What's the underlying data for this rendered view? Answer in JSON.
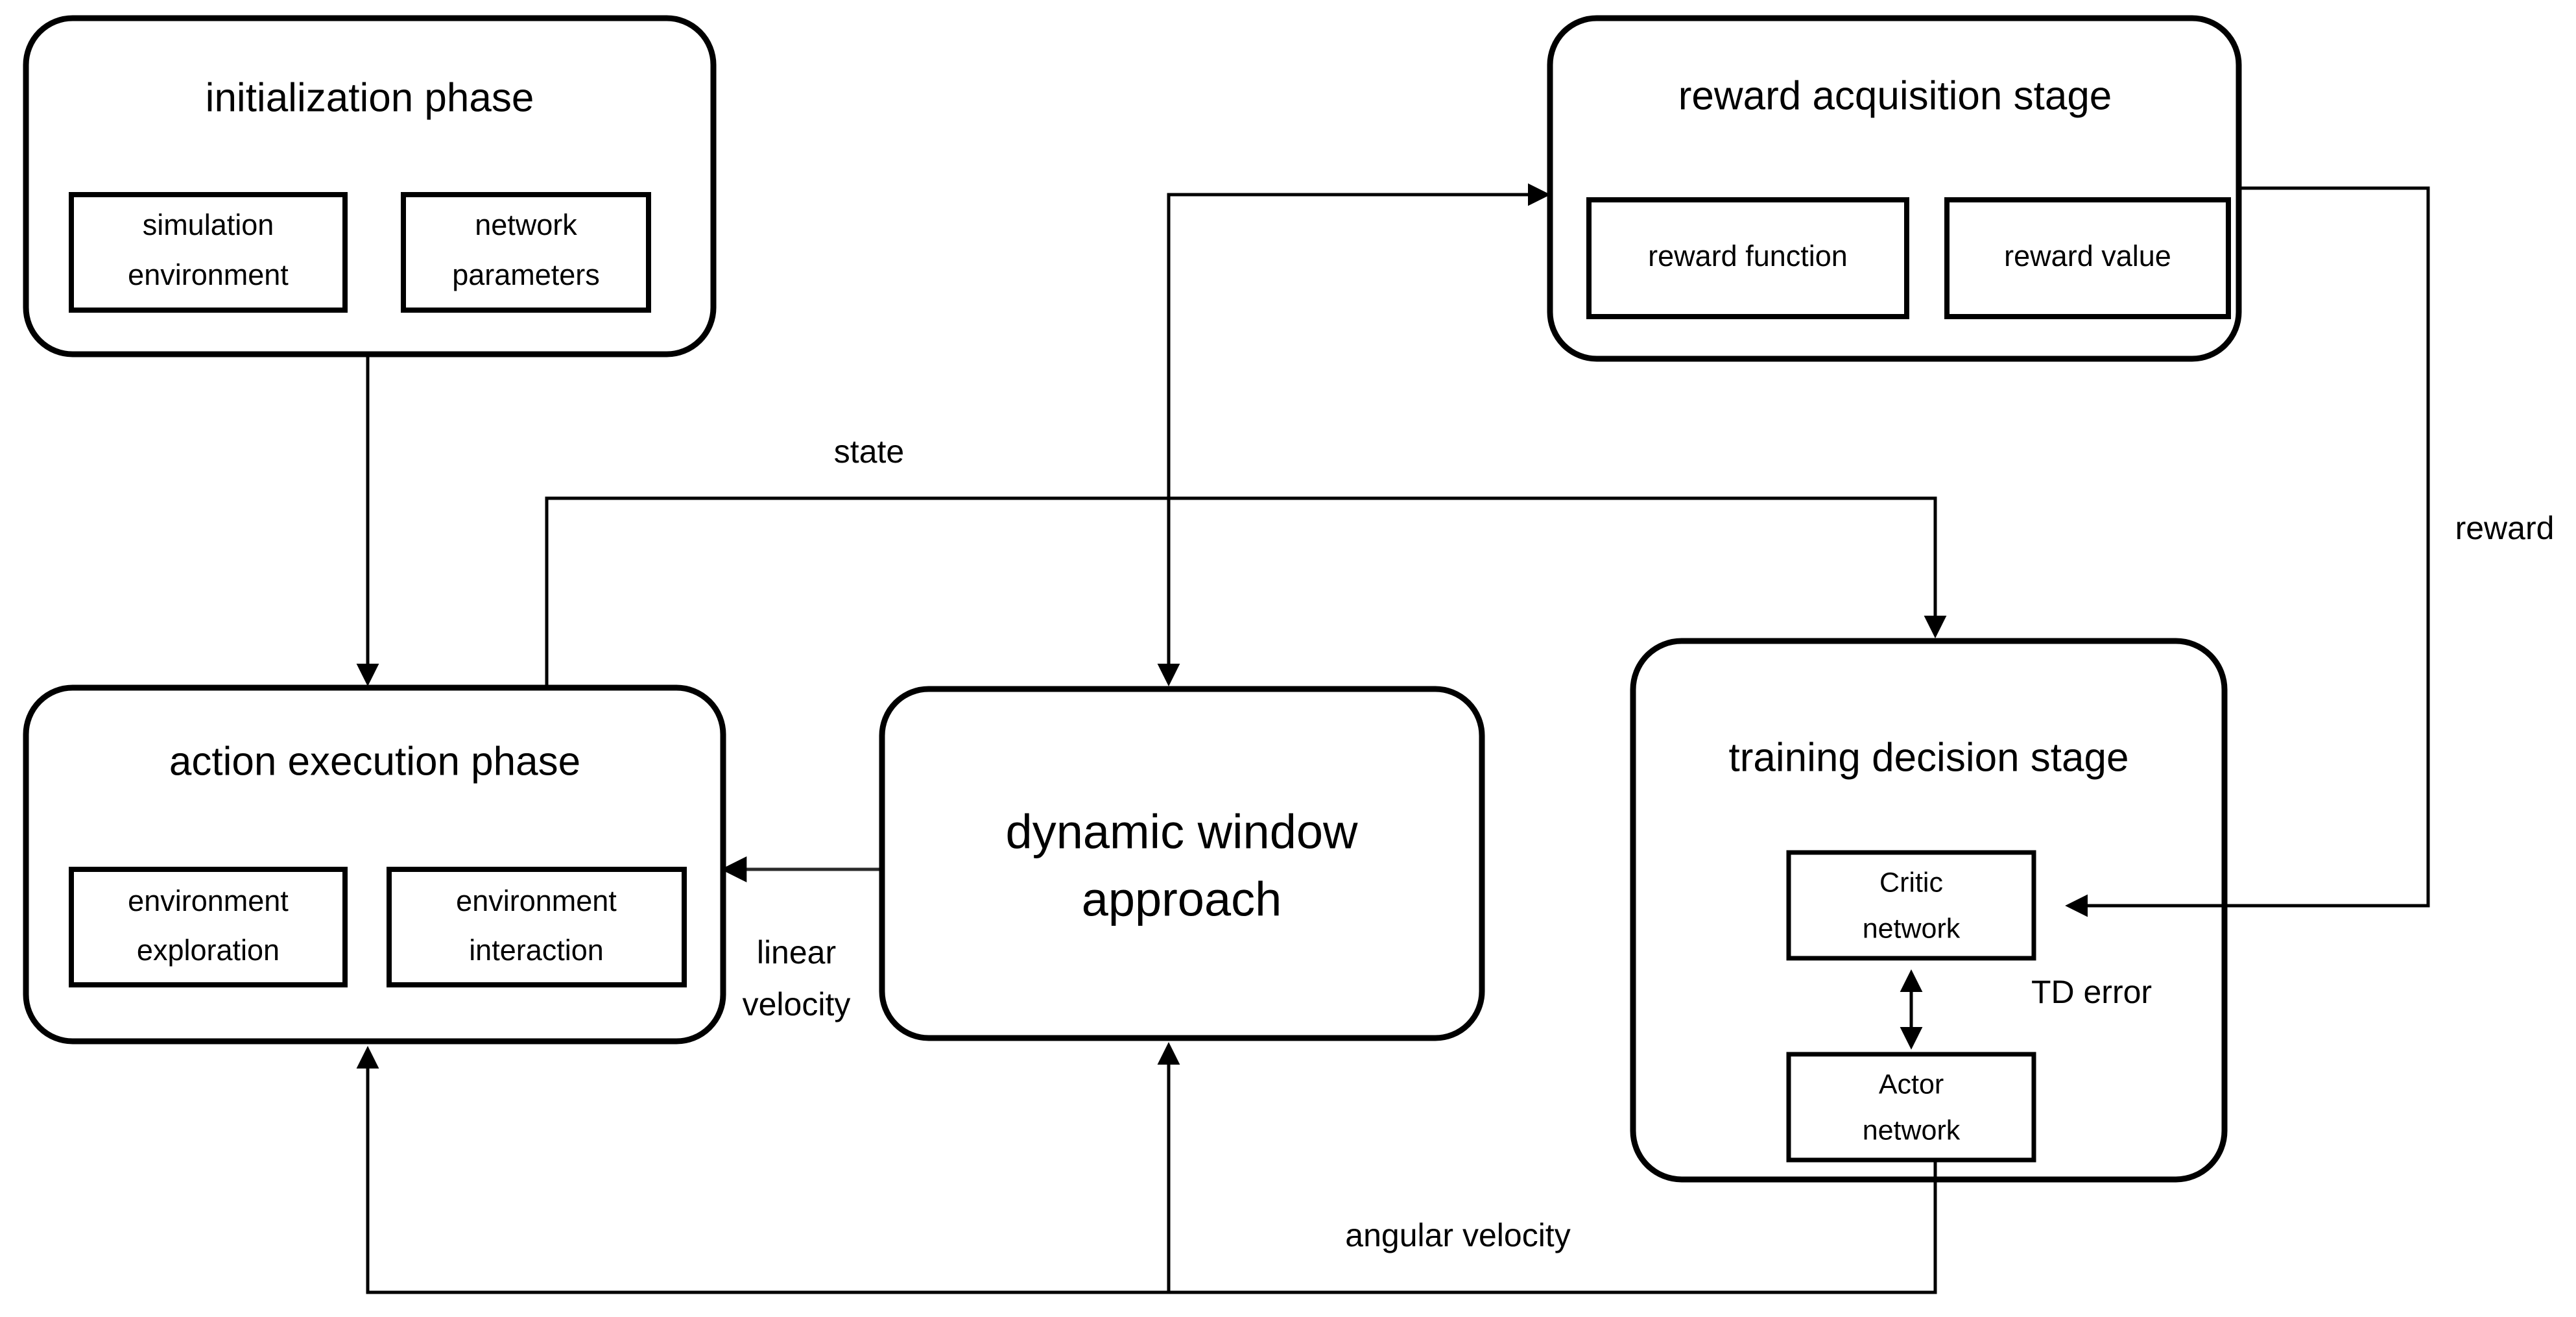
{
  "diagram": {
    "title": "DRL navigation framework flowchart",
    "colors": {
      "stroke": "#000000",
      "fill": "#ffffff",
      "text": "#000000"
    },
    "stages": {
      "initialization": {
        "title": "initialization phase",
        "items": [
          {
            "label_line1": "simulation",
            "label_line2": "environment"
          },
          {
            "label_line1": "network",
            "label_line2": "parameters"
          }
        ]
      },
      "reward_acquisition": {
        "title": "reward acquisition stage",
        "items": [
          {
            "label_line1": "reward function",
            "label_line2": ""
          },
          {
            "label_line1": "reward value",
            "label_line2": ""
          }
        ]
      },
      "action_execution": {
        "title": "action execution phase",
        "items": [
          {
            "label_line1": "environment",
            "label_line2": "exploration"
          },
          {
            "label_line1": "environment",
            "label_line2": "interaction"
          }
        ]
      },
      "dynamic_window": {
        "title_line1": "dynamic window",
        "title_line2": "approach"
      },
      "training_decision": {
        "title": "training decision stage",
        "networks": [
          {
            "label_line1": "Critic",
            "label_line2": "network"
          },
          {
            "label_line1": "Actor",
            "label_line2": "network"
          }
        ],
        "internal_edge_label": "TD error"
      }
    },
    "edges": [
      {
        "id": "init-to-action",
        "label": ""
      },
      {
        "id": "action-to-reward",
        "label": ""
      },
      {
        "id": "action-to-dwa",
        "label": ""
      },
      {
        "id": "state-to-training",
        "label": "state"
      },
      {
        "id": "reward-to-critic",
        "label": "reward"
      },
      {
        "id": "dwa-to-action",
        "label_line1": "linear",
        "label_line2": "velocity"
      },
      {
        "id": "actor-to-action",
        "label": "angular velocity"
      },
      {
        "id": "critic-actor",
        "label": "TD error"
      }
    ]
  }
}
